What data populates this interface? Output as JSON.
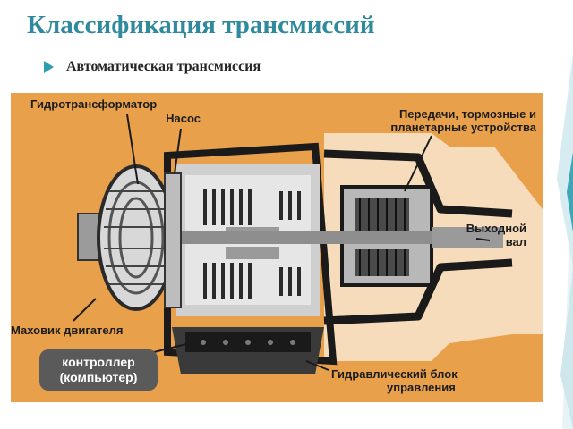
{
  "slide": {
    "title": "Классификация трансмиссий",
    "bullet": "Автоматическая трансмиссия"
  },
  "diagram": {
    "labels": {
      "torque_converter": "Гидротрансформатор",
      "pump": "Насос",
      "gears_1": "Передачи, тормозные и",
      "gears_2": "планетарные устройства",
      "output_1": "Выходной",
      "output_2": "вал",
      "flywheel": "Маховик двигателя",
      "controller_1": "контроллер",
      "controller_2": "(компьютер)",
      "hydraulic_1": "Гидравлический блок",
      "hydraulic_2": "управления"
    }
  },
  "colors": {
    "title": "#2e8a9c",
    "accent": "#2f9db0",
    "diagram_bg": "#e8a14a",
    "housing": "#b0b0b0"
  }
}
